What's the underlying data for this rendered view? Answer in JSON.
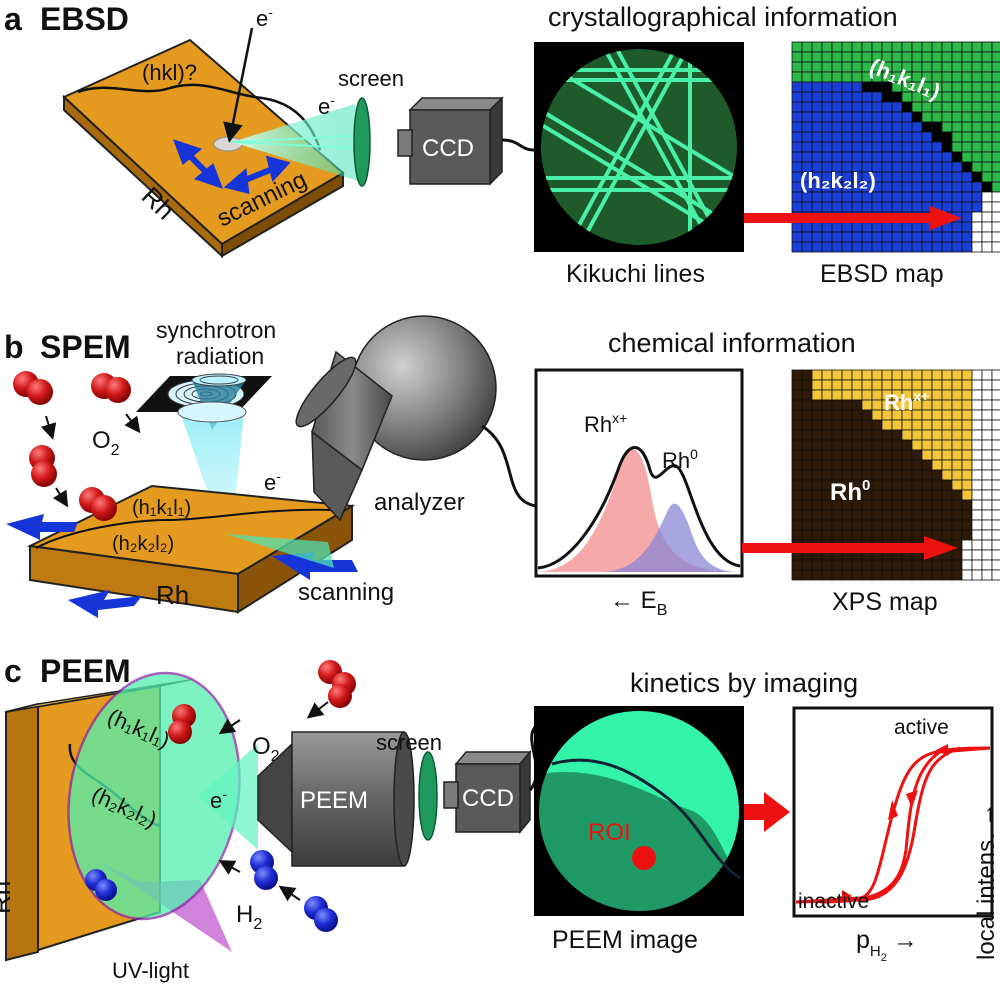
{
  "panel_a": {
    "letter": "a",
    "technique": "EBSD",
    "electron": "e",
    "electron_sup": "-",
    "electron2": "e",
    "electron2_sup": "-",
    "hkl_question": "(hkl)?",
    "sample": "Rh",
    "scanning": "scanning",
    "screen": "screen",
    "ccd": "CCD",
    "info_heading": "crystallographical information",
    "caption_left": "Kikuchi lines",
    "caption_right": "EBSD map",
    "grain1": "(h₁k₁l₁)",
    "grain2": "(h₂k₂l₂)"
  },
  "panel_b": {
    "letter": "b",
    "technique": "SPEM",
    "source_line1": "synchrotron",
    "source_line2": "radiation",
    "o2": "O",
    "o2_sub": "2",
    "electron": "e",
    "electron_sup": "-",
    "analyzer": "analyzer",
    "grain1": "(h₁k₁l₁)",
    "grain2": "(h₂k₂l₂)",
    "sample": "Rh",
    "scanning": "scanning",
    "info_heading": "chemical information",
    "peak_ox": "Rh",
    "peak_ox_sup": "x+",
    "peak_met": "Rh",
    "peak_met_sup": "0",
    "axis_arrow": "← E",
    "axis_sub": "B",
    "map_ox": "Rh",
    "map_ox_sup": "x+",
    "map_met": "Rh",
    "map_met_sup": "0",
    "caption_right": "XPS map"
  },
  "panel_c": {
    "letter": "c",
    "technique": "PEEM",
    "sample": "Rh",
    "grain1": "(h₁k₁l₁)",
    "grain2": "(h₂k₂l₂)",
    "electron": "e",
    "electron_sup": "-",
    "o2": "O",
    "o2_sub": "2",
    "h2": "H",
    "h2_sub": "2",
    "uv": "UV-light",
    "peem": "PEEM",
    "screen": "screen",
    "ccd": "CCD",
    "info_heading": "kinetics by imaging",
    "roi": "ROI",
    "caption_left": "PEEM image",
    "active": "active",
    "inactive": "inactive",
    "yaxis": "local intens. →",
    "xaxis": "p",
    "xaxis_sub": "H",
    "xaxis_subsub": "2",
    "xaxis_arrow": "→"
  },
  "colors": {
    "rh_top": "#e39a1f",
    "rh_side": "#b87410",
    "kikuchi": "#3ff2a8",
    "ebsd_green": "#2fb84a",
    "ebsd_blue": "#1a3fd6",
    "xps_yellow": "#f2c53a",
    "xps_brown": "#2e1a07",
    "peem_bright": "#33f2aa",
    "peem_dark": "#1f9a66",
    "arrow_red": "#ee1111",
    "o2_red": "#cc1111",
    "h2_blue": "#1a2acc",
    "scan_blue": "#1535d8"
  }
}
